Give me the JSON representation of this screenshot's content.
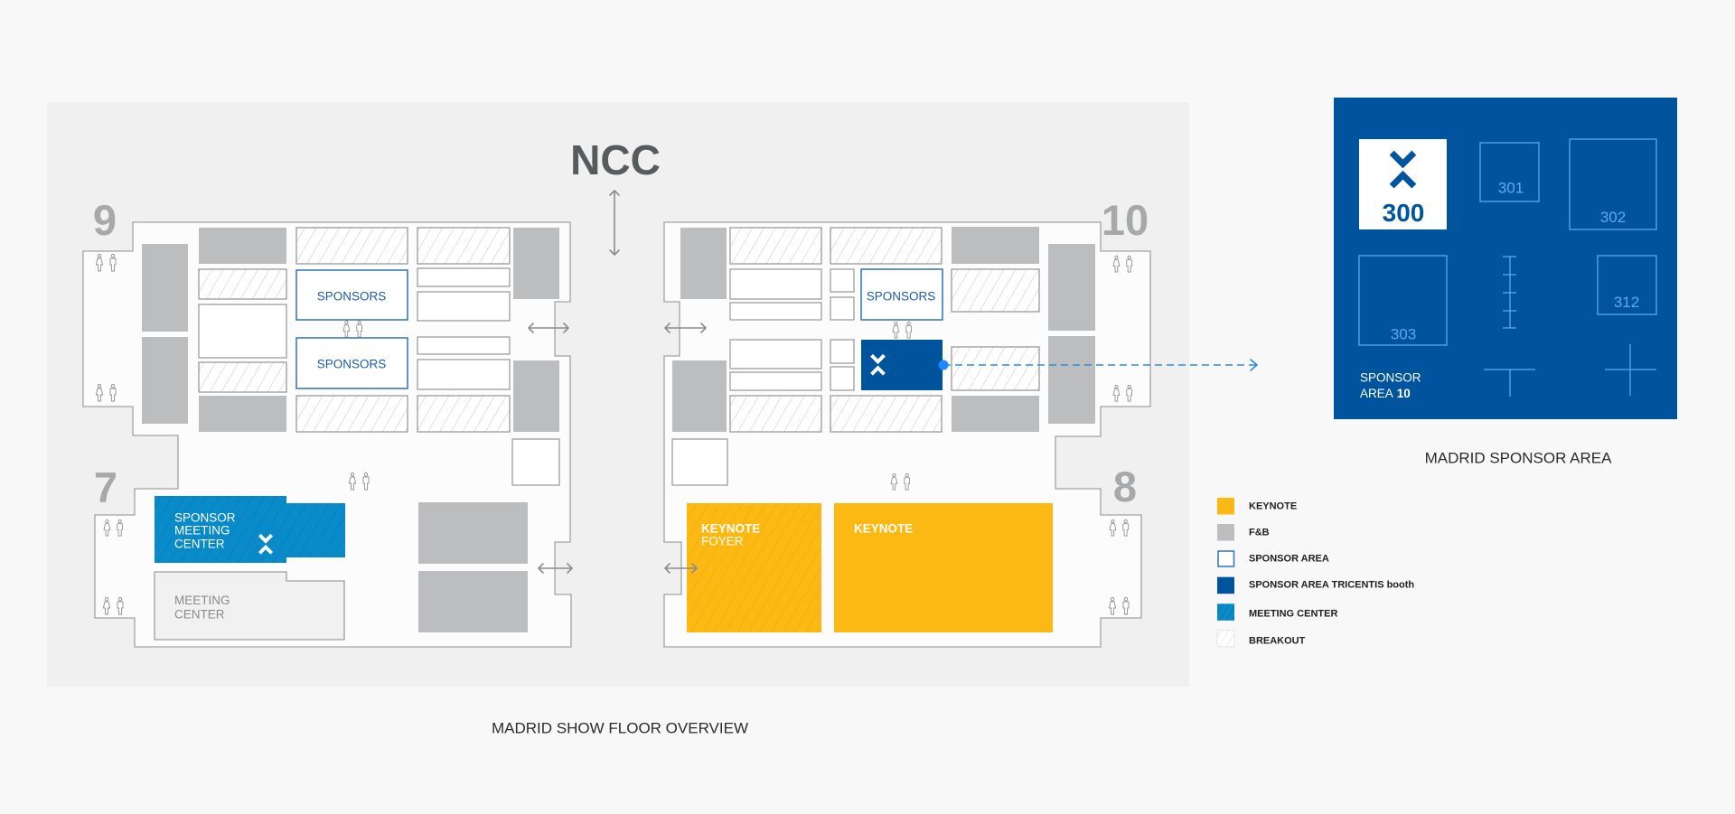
{
  "venue": {
    "name": "NCC"
  },
  "halls": {
    "h9": "9",
    "h10": "10",
    "h7": "7",
    "h8": "8"
  },
  "overview_title": "MADRID SHOW FLOOR OVERVIEW",
  "rooms": {
    "sponsors_hall9_upper": "SPONSORS",
    "sponsors_hall9_lower": "SPONSORS",
    "sponsors_hall10": "SPONSORS",
    "sponsor_meeting_center": [
      "SPONSOR",
      "MEETING",
      "CENTER"
    ],
    "meeting_center": [
      "MEETING",
      "CENTER"
    ],
    "keynote_foyer": [
      "KEYNOTE",
      "FOYER"
    ],
    "keynote": "KEYNOTE"
  },
  "sponsor_area": {
    "title": "MADRID SPONSOR AREA",
    "booths": [
      "300",
      "301",
      "302",
      "303",
      "312"
    ],
    "highlighted_booth": "300",
    "label_line1": "SPONSOR",
    "label_line2": "AREA",
    "area_number": "10"
  },
  "legend": [
    {
      "label": "KEYNOTE",
      "color": "#fdb913"
    },
    {
      "label": "F&B",
      "color": "#bcbdbf"
    },
    {
      "label": "SPONSOR AREA",
      "color": "#ffffff"
    },
    {
      "label": "SPONSOR AREA TRICENTIS booth",
      "color": "#00549e"
    },
    {
      "label": "MEETING CENTER",
      "color": "#0a8bc9"
    },
    {
      "label": "BREAKOUT",
      "color": "#ffffff"
    }
  ],
  "colors": {
    "background": "#f8f8f8",
    "panel": "#f0f0f0",
    "keynote": "#fdb913",
    "fnb": "#bcbdbf",
    "sponsor_border": "#3b7bbf",
    "tricentis_booth": "#00549e",
    "meeting_center": "#0a8bc9",
    "sponsor_area_panel": "#00549e",
    "callout": "#2b8ae6"
  }
}
